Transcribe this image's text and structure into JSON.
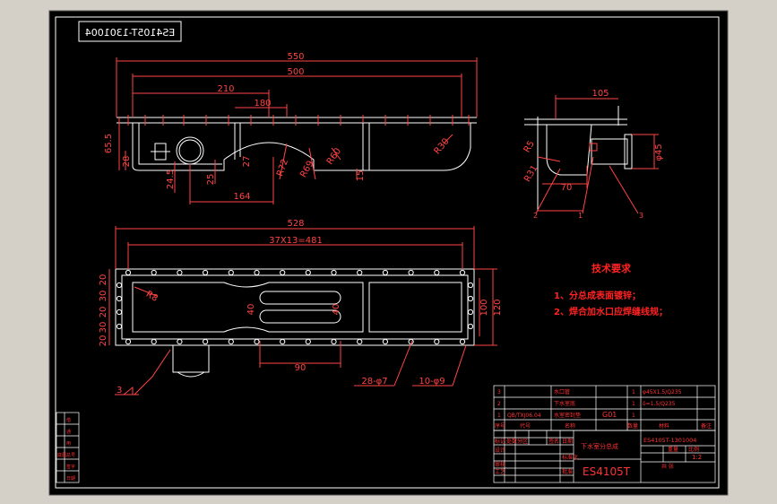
{
  "drawing": {
    "mirrored_code": "ES4105T-1301004",
    "views": {
      "front": {
        "dimensions": {
          "d550": "550",
          "d500": "500",
          "d210": "210",
          "d180": "180",
          "d65_5": "65.5",
          "d28": "28",
          "d24_5": "24.5",
          "d25": "25",
          "d27": "27",
          "d164": "164",
          "d15": "15",
          "r72": "R72",
          "r69": "R69",
          "r60": "R60",
          "r30": "R30"
        }
      },
      "side": {
        "dimensions": {
          "d105": "105",
          "r5": "R5",
          "r31": "R31",
          "d70": "70",
          "phi45": "φ45"
        },
        "balloons": [
          "2",
          "1",
          "3"
        ]
      },
      "plan": {
        "dimensions": {
          "d528": "528",
          "pitch": "37X13=481",
          "d20": "20",
          "d30": "30",
          "d40": "40",
          "d90": "90",
          "d100": "100",
          "d120": "120",
          "r8": "R8",
          "holes_28": "28-φ7",
          "holes_10": "10-φ9",
          "weld": "3"
        }
      }
    },
    "notes": {
      "title": "技术要求",
      "items": [
        "1、分总成表面镀锌；",
        "2、焊合加水口应焊缝线规；"
      ]
    },
    "bom": {
      "rows": [
        {
          "no": "3",
          "code": "",
          "name": "水口管",
          "qty": "1",
          "material": "φ45X1.5/Q235",
          "group": ""
        },
        {
          "no": "2",
          "code": "",
          "name": "下水室底",
          "qty": "1",
          "material": "δ=1.5/Q235",
          "group": ""
        },
        {
          "no": "1",
          "code": "QB/TXJ06.04",
          "name": "水室密封垫",
          "qty": "1",
          "material": "",
          "group": "G01"
        }
      ],
      "header": [
        "序号",
        "代号",
        "名称",
        "数量",
        "材料",
        "备注"
      ]
    },
    "title_block": {
      "part_name": "下水室分总成",
      "drawing_no": "ES4105T-1301004",
      "model": "ES4105T",
      "scale_label": "比例",
      "scale": "1:2",
      "qty_label": "重量",
      "sheet_label": "共 张",
      "mark_labels": [
        "标记",
        "处数",
        "分区",
        "更改文件号",
        "签名",
        "日期"
      ],
      "role_labels": [
        "设计",
        "审核",
        "工艺",
        "标准化",
        "批准"
      ]
    },
    "side_block": [
      "借",
      "通",
      "用",
      "底图总号",
      "签字",
      "日期"
    ]
  },
  "colors": {
    "frame": "#ffffff",
    "panel": "#000000",
    "desktop": "#d4d0c8",
    "dimension": "#ff4444",
    "note_text": "#ff2222",
    "table_line": "#ffffff",
    "table_text": "#ff3333"
  }
}
